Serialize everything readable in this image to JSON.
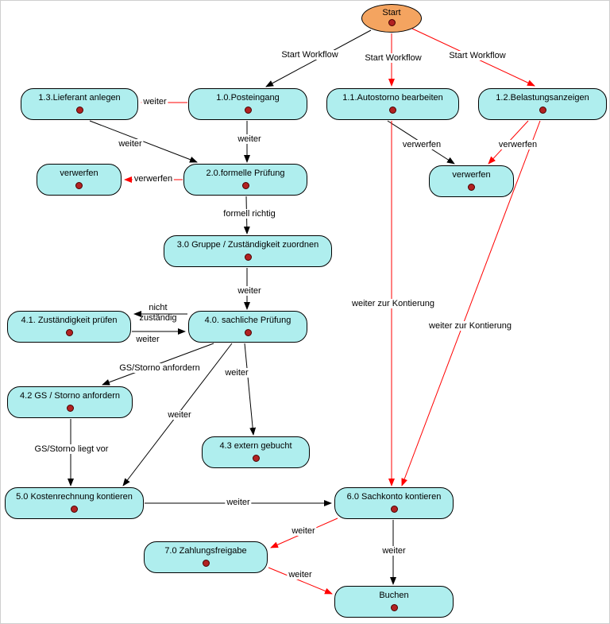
{
  "diagram": {
    "colors": {
      "node_fill": "#afeeee",
      "start_fill": "#f4a460",
      "node_border": "#000000",
      "state_dot": "#b22222",
      "edge_black": "#000000",
      "edge_red": "#ff0000",
      "label_color": "#000000"
    },
    "nodes": {
      "start": {
        "label": "Start",
        "shape": "ellipse"
      },
      "n13": {
        "label": "1.3.Lieferant anlegen"
      },
      "n10": {
        "label": "1.0.Posteingang"
      },
      "n11": {
        "label": "1.1.Autostorno bearbeiten"
      },
      "n12": {
        "label": "1.2.Belastungsanzeigen"
      },
      "vwl": {
        "label": "verwerfen"
      },
      "n20": {
        "label": "2.0.formelle Prüfung"
      },
      "vwr": {
        "label": "verwerfen"
      },
      "n30": {
        "label": "3.0 Gruppe / Zuständigkeit zuordnen"
      },
      "n41": {
        "label": "4.1. Zuständigkeit prüfen"
      },
      "n40": {
        "label": "4.0. sachliche Prüfung"
      },
      "n42": {
        "label": "4.2 GS / Storno anfordern"
      },
      "n43": {
        "label": "4.3 extern gebucht"
      },
      "n50": {
        "label": "5.0 Kostenrechnung kontieren"
      },
      "n60": {
        "label": "6.0 Sachkonto kontieren"
      },
      "n70": {
        "label": "7.0 Zahlungsfreigabe"
      },
      "buchen": {
        "label": "Buchen"
      }
    },
    "edges": [
      {
        "from": "start",
        "to": "n10",
        "color": "black",
        "label": "Start Workflow"
      },
      {
        "from": "start",
        "to": "n11",
        "color": "red",
        "label": "Start Workflow"
      },
      {
        "from": "start",
        "to": "n12",
        "color": "red",
        "label": "Start Workflow"
      },
      {
        "from": "n10",
        "to": "n13",
        "color": "red",
        "label": "weiter"
      },
      {
        "from": "n13",
        "to": "n20",
        "color": "black",
        "label": "weiter"
      },
      {
        "from": "n10",
        "to": "n20",
        "color": "black",
        "label": "weiter"
      },
      {
        "from": "n20",
        "to": "vwl",
        "color": "red",
        "label": "verwerfen"
      },
      {
        "from": "n20",
        "to": "n30",
        "color": "black",
        "label": "formell richtig"
      },
      {
        "from": "n11",
        "to": "vwr",
        "color": "black",
        "label": "verwerfen"
      },
      {
        "from": "n12",
        "to": "vwr",
        "color": "red",
        "label": "verwerfen"
      },
      {
        "from": "n30",
        "to": "n40",
        "color": "black",
        "label": "weiter"
      },
      {
        "from": "n40",
        "to": "n41",
        "color": "black",
        "label": "nicht zuständig"
      },
      {
        "from": "n41",
        "to": "n40",
        "color": "black",
        "label": "weiter"
      },
      {
        "from": "n40",
        "to": "n42",
        "color": "black",
        "label": "GS/Storno anfordern"
      },
      {
        "from": "n40",
        "to": "n43",
        "color": "black",
        "label": "weiter"
      },
      {
        "from": "n40",
        "to": "n50",
        "color": "black",
        "label": "weiter"
      },
      {
        "from": "n42",
        "to": "n50",
        "color": "black",
        "label": "GS/Storno liegt vor"
      },
      {
        "from": "n50",
        "to": "n60",
        "color": "black",
        "label": "weiter"
      },
      {
        "from": "n11",
        "to": "n60",
        "color": "red",
        "label": "weiter zur Kontierung"
      },
      {
        "from": "n12",
        "to": "n60",
        "color": "red",
        "label": "weiter zur Kontierung"
      },
      {
        "from": "n60",
        "to": "n70",
        "color": "red",
        "label": "weiter"
      },
      {
        "from": "n60",
        "to": "buchen",
        "color": "black",
        "label": "weiter"
      },
      {
        "from": "n70",
        "to": "buchen",
        "color": "red",
        "label": "weiter"
      }
    ]
  }
}
